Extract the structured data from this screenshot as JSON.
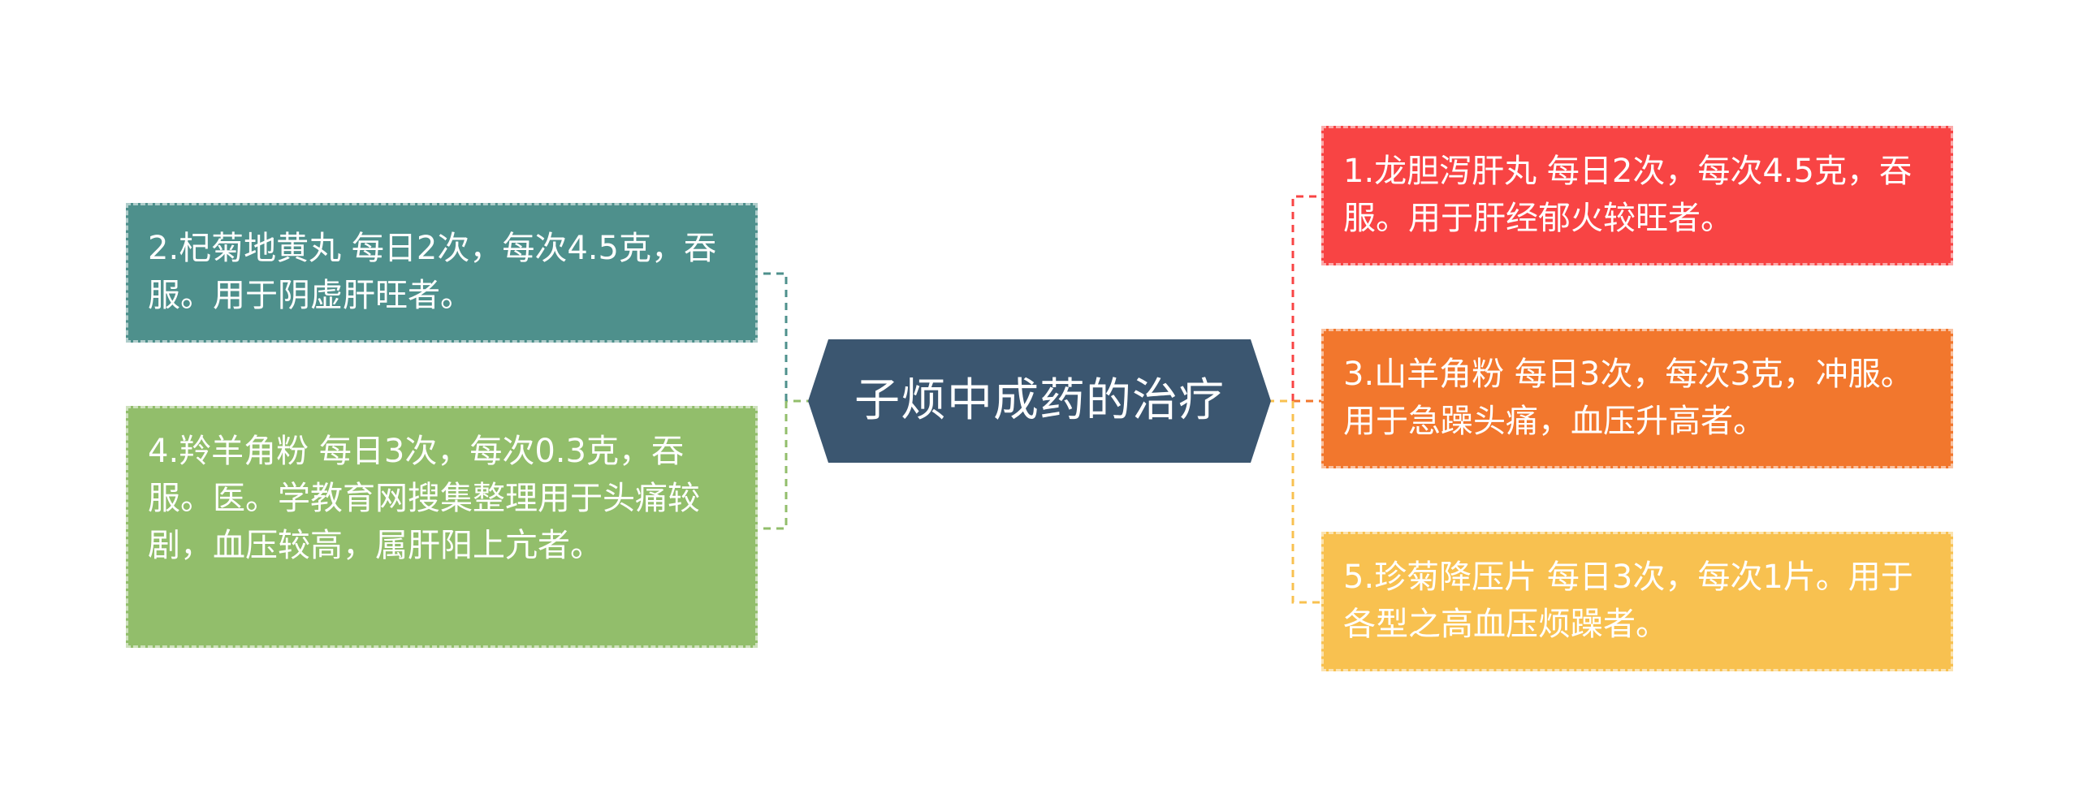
{
  "central_topic": "子烦中成药的治疗",
  "colors": {
    "center": "#3B5670",
    "n1": "#F84444",
    "n2": "#4E908C",
    "n3": "#F2772D",
    "n4": "#92BE6B",
    "n5": "#F8C150"
  },
  "branches": [
    {
      "id": "n1",
      "text": "1.龙胆泻肝丸 每日2次，每次4.5克，吞服。用于肝经郁火较旺者。",
      "side": "right"
    },
    {
      "id": "n2",
      "text": "2.杞菊地黄丸 每日2次，每次4.5克，吞服。用于阴虚肝旺者。",
      "side": "left"
    },
    {
      "id": "n3",
      "text": "3.山羊角粉 每日3次，每次3克，冲服。用于急躁头痛，血压升高者。",
      "side": "right"
    },
    {
      "id": "n4",
      "text": "4.羚羊角粉 每日3次，每次0.3克，吞服。医。学教育网搜集整理用于头痛较剧，血压较高，属肝阳上亢者。",
      "side": "left"
    },
    {
      "id": "n5",
      "text": "5.珍菊降压片 每日3次，每次1片。用于各型之高血压烦躁者。",
      "side": "right"
    }
  ]
}
